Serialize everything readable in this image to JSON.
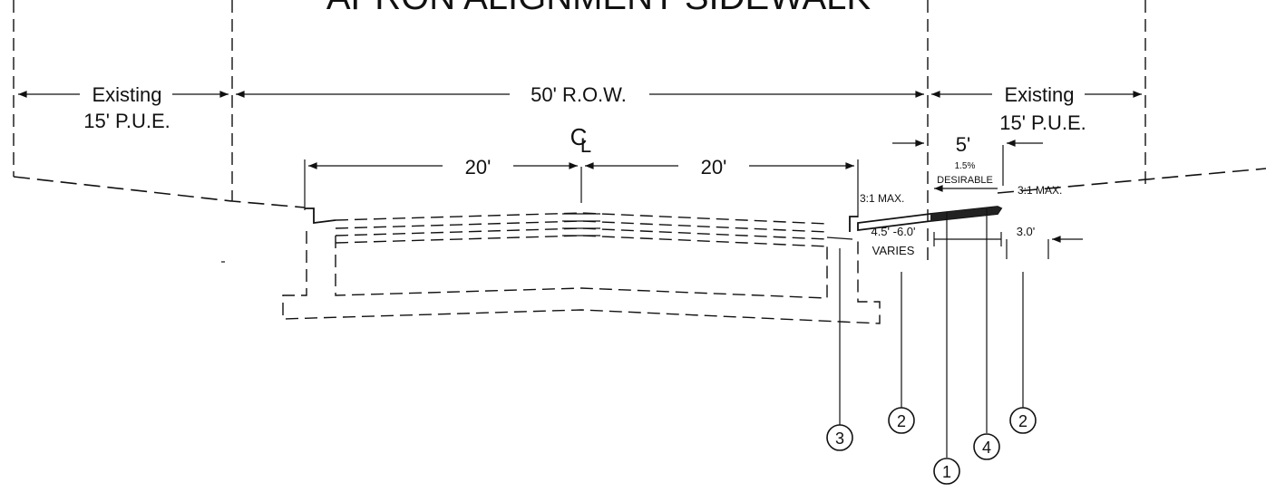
{
  "title": "APRON ALIGNMENT SIDEWALK",
  "labels": {
    "existing_left": "Existing",
    "pue_left": "15' P.U.E.",
    "row": "50' R.O.W.",
    "existing_right": "Existing",
    "pue_right": "15' P.U.E.",
    "centerline": "C",
    "centerline_sub": "L",
    "lane_left": "20'",
    "lane_right": "20'",
    "walk_width": "5'",
    "slope_pct": "1.5%",
    "slope_desc": "DESIRABLE",
    "max_slope_left": "3:1 MAX.",
    "max_slope_right": "3:1 MAX.",
    "varies_dim": "4.5' -6.0'",
    "varies": "VARIES",
    "offset": "3.0'"
  },
  "callouts": [
    "3",
    "2",
    "1",
    "4",
    "2"
  ]
}
